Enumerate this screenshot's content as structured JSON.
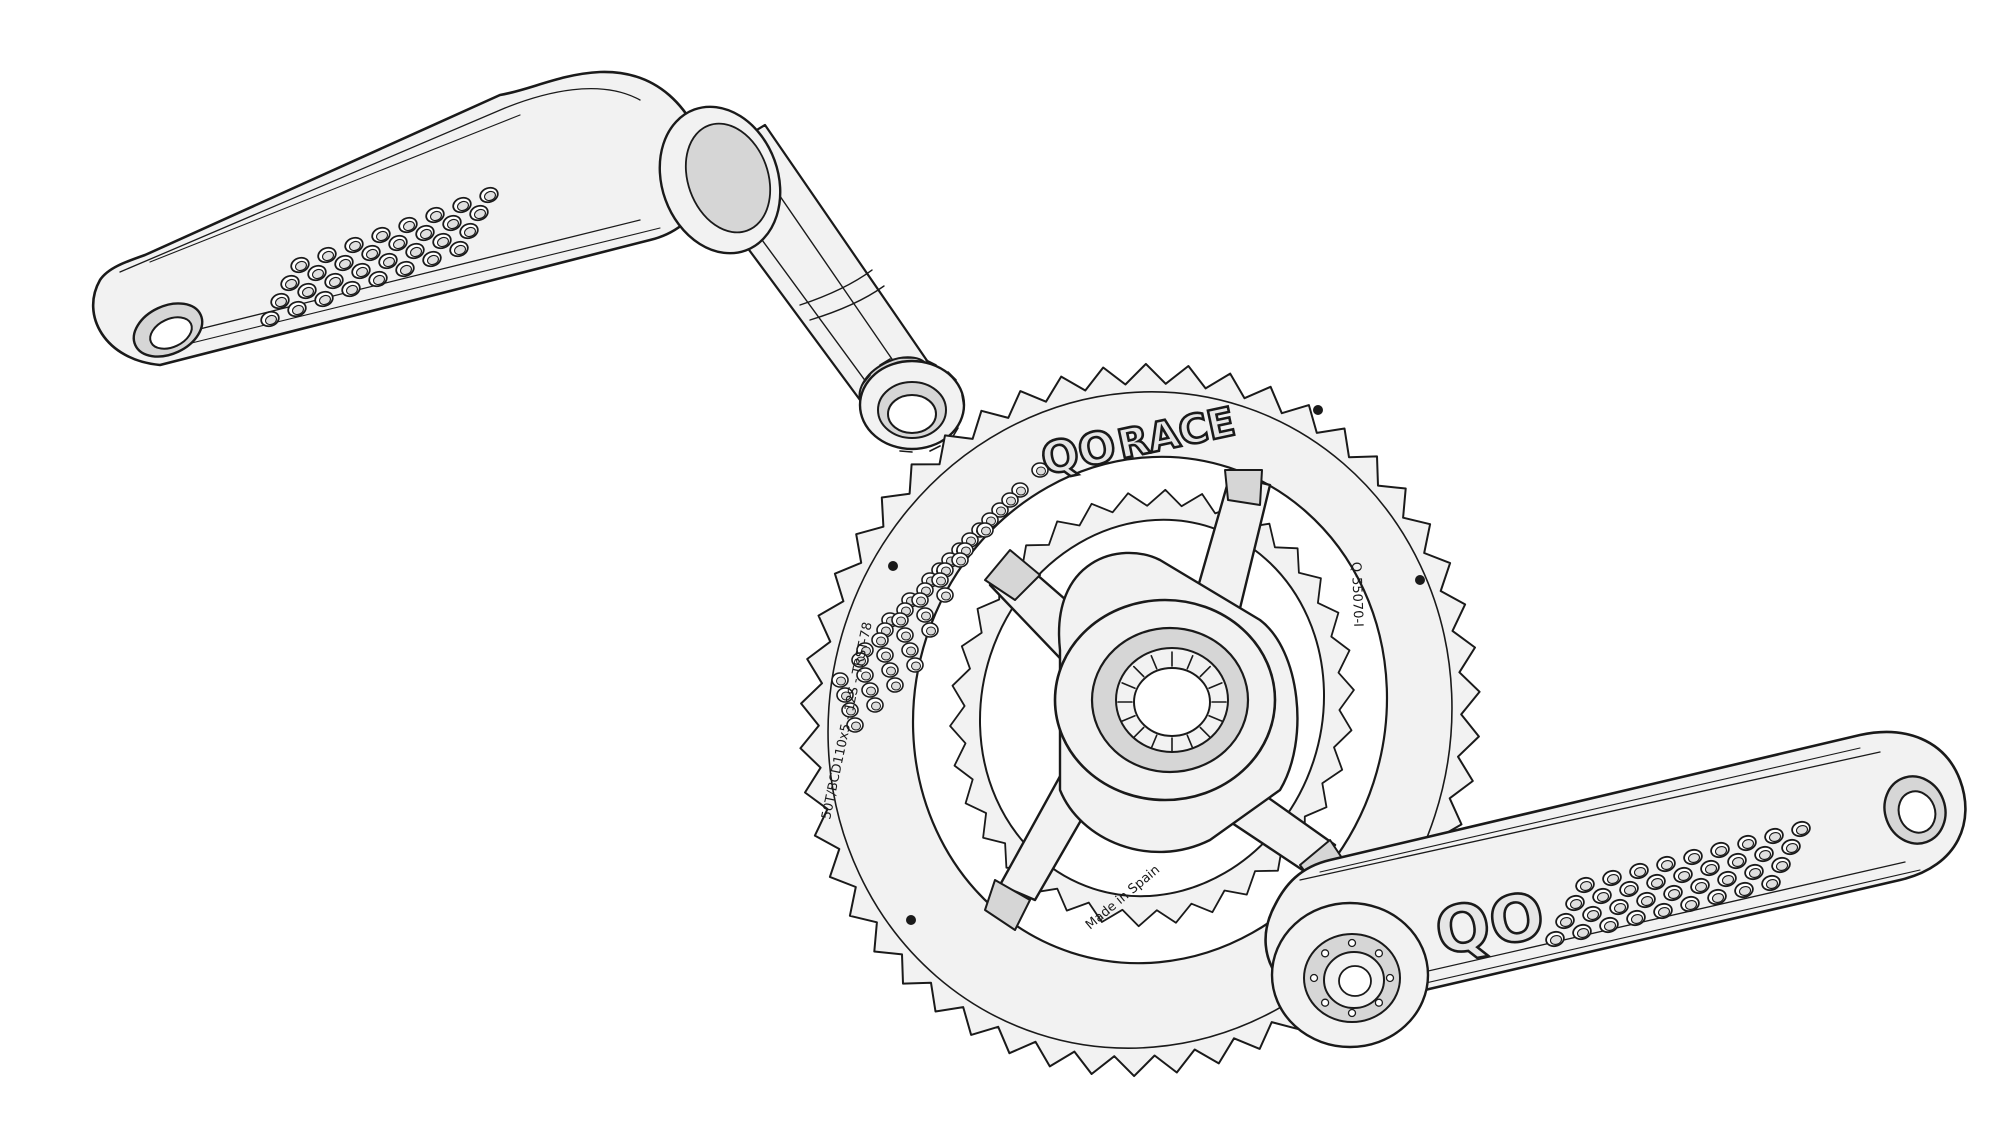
{
  "chainring": {
    "brand_logo_mark": "QO",
    "brand_logo_word": "RACE",
    "made_in_text": "Made in Spain",
    "part_code_text": "Q-55070-I",
    "spec_text": "50T/BCD110x5 - 12S - TRST-78"
  },
  "crank_arm_right": {
    "logo_mark": "QO"
  },
  "colors": {
    "line": "#1a1a1a",
    "body": "#f2f2f2",
    "shade": "#d6d6d6"
  }
}
